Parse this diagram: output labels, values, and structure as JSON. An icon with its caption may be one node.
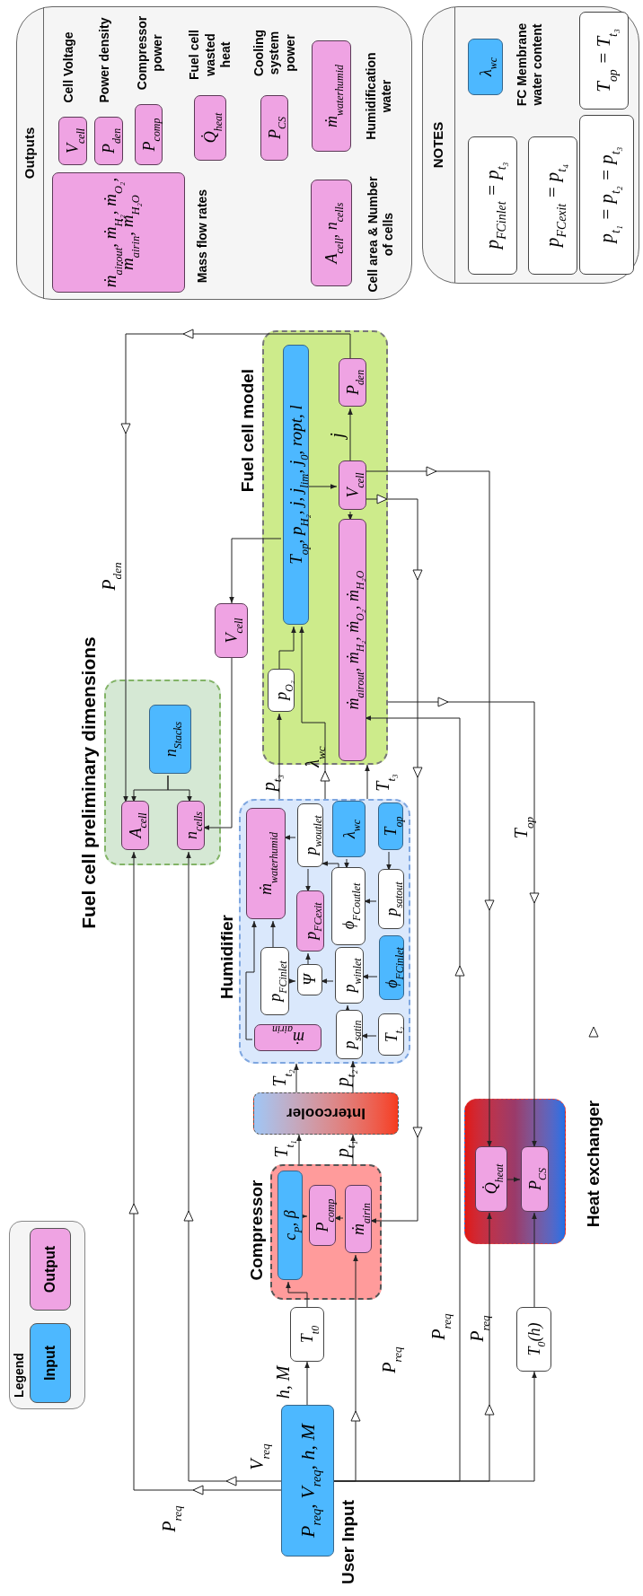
{
  "diagram": {
    "nodes": [
      {
        "text": [
          "User Input",
          "P$_{req}$, V$_{req}$, h, M"
        ]
      },
      {
        "text": [
          "T$_{t0}$"
        ]
      },
      {
        "text": [
          "Compressor"
        ]
      },
      {
        "text": [
          "c$_{P}$, β"
        ],
        "in": 2
      },
      {
        "text": [
          "P$_{comp}$"
        ],
        "in": 2
      },
      {
        "text": [
          "ṁ$_{air}$$_{in}$"
        ],
        "in": 2
      },
      {
        "text": [
          "Intercooler"
        ]
      },
      {
        "text": [
          "Humidifier"
        ]
      },
      {
        "text": [
          "ṁ$_{water}$$_{humid}$"
        ],
        "in": 7
      },
      {
        "text": [
          "p$_{w}$$_{outlet}$"
        ],
        "in": 7
      },
      {
        "text": [
          "λ$_{wc}$"
        ],
        "in": 7
      },
      {
        "text": [
          "T$_{op}$"
        ],
        "in": 7
      },
      {
        "text": [
          "p$_{FC}$$_{exit}$"
        ],
        "in": 7
      },
      {
        "text": [
          "ϕ$_{FC}$$_{outlet}$"
        ],
        "in": 7
      },
      {
        "text": [
          "p$_{sat}$$_{out}$"
        ],
        "in": 7
      },
      {
        "text": [
          "p$_{FC}$$_{inlet}$"
        ],
        "in": 7
      },
      {
        "text": [
          "Ψ"
        ],
        "in": 7
      },
      {
        "text": [
          "p$_{w}$$_{inlet}$"
        ],
        "in": 7
      },
      {
        "text": [
          "ϕ$_{FC}$$_{inlet}$"
        ],
        "in": 7
      },
      {
        "text": [
          "p$_{sat}$$_{in}$"
        ],
        "in": 7
      },
      {
        "text": [
          "T$_{t₂}$"
        ],
        "in": 7
      },
      {
        "text": [
          "ṁ$_{air}$$_{in}$"
        ],
        "in": 7
      },
      {
        "text": [
          "Fuel cell preliminary dimensions"
        ]
      },
      {
        "text": [
          "n$_{Stacks}$"
        ],
        "in": 22
      },
      {
        "text": [
          "A$_{cell}$"
        ],
        "in": 22
      },
      {
        "text": [
          "n$_{cells}$"
        ],
        "in": 22
      },
      {
        "text": [
          "V$_{cell}$"
        ]
      },
      {
        "text": [
          "Fuel cell model"
        ]
      },
      {
        "text": [
          "T$_{op}$, p$_{H₂}$, j, j$_{lim}$, j$_{0}$, ropt, l"
        ],
        "in": 27
      },
      {
        "text": [
          "p$_{O₂}$"
        ],
        "in": 27
      },
      {
        "text": [
          "V$_{cell}$"
        ],
        "in": 27
      },
      {
        "text": [
          "P$_{den}$"
        ],
        "in": 27
      },
      {
        "text": [
          "ṁ$_{air}$$_{out}$, ṁ$_{H₂}$, ṁ$_{O₂}$, ṁ$_{H₂O}$"
        ],
        "in": 27
      },
      {
        "text": [
          "Heat exchanger"
        ]
      },
      {
        "text": [
          "Q̇$_{heat}$"
        ],
        "in": 33
      },
      {
        "text": [
          "P$_{CS}$"
        ],
        "in": 33
      },
      {
        "text": [
          "T$_{0}$(h)"
        ]
      },
      {
        "text": [
          "Outputs"
        ]
      },
      {
        "text": [
          "ṁ$_{air}$$_{out}$, ṁ$_{H₂}$, ṁ$_{O₂}$, ṁ$_{air}$$_{in}$, ṁ$_{H₂O}$"
        ],
        "in": 37,
        "beside": [
          "Mass flow rates"
        ]
      },
      {
        "text": [
          "V$_{cell}$"
        ],
        "in": 37,
        "beside": [
          "Cell Voltage"
        ]
      },
      {
        "text": [
          "P$_{den}$"
        ],
        "in": 37,
        "beside": [
          "Power density"
        ]
      },
      {
        "text": [
          "P$_{comp}$"
        ],
        "in": 37,
        "beside": [
          "Compressor power"
        ]
      },
      {
        "text": [
          "Q̇$_{heat}$"
        ],
        "in": 37,
        "beside": [
          "Fuel cell wasted heat"
        ]
      },
      {
        "text": [
          "P$_{CS}$"
        ],
        "in": 37,
        "beside": [
          "Cooling system power"
        ]
      },
      {
        "text": [
          "ṁ$_{water}$$_{humid}$"
        ],
        "in": 37,
        "beside": [
          "Humidification water"
        ]
      },
      {
        "text": [
          "A$_{cell}$, n$_{cells}$"
        ],
        "in": 37,
        "beside": [
          "Cell area & Number of cells"
        ]
      },
      {
        "text": [
          "NOTES"
        ]
      },
      {
        "text": [
          "λ$_{wc}$"
        ],
        "in": 46,
        "beside": [
          "FC Membrane water content"
        ]
      },
      {
        "text": [
          "p$_{FC}$$_{inlet}$ = p$_{t₃}$"
        ],
        "in": 46
      },
      {
        "text": [
          "p$_{FC}$$_{exit}$ = p$_{t₄}$"
        ],
        "in": 46
      },
      {
        "text": [
          "T$_{op}$ = T$_{t₃}$"
        ],
        "in": 46
      },
      {
        "text": [
          "p$_{t₁}$ = p$_{t₂}$ = p$_{t₃}$"
        ],
        "in": 46
      }
    ],
    "edges": [
      {
        "from": 0,
        "to": 1,
        "arrow": "to",
        "label": "h, M"
      },
      {
        "from": 0,
        "to": 5,
        "arrow": "to",
        "label": "P$_{req}$"
      },
      {
        "from": 0,
        "to": 32,
        "arrow": "to",
        "label": "P$_{req}$"
      },
      {
        "from": 0,
        "to": 34,
        "arrow": "to",
        "label": "P$_{req}$"
      },
      {
        "from": 0,
        "to": 36,
        "arrow": "to"
      },
      {
        "from": 0,
        "to": 25,
        "arrow": "to",
        "label": "V$_{req}$"
      },
      {
        "from": 0,
        "to": 24,
        "arrow": "to",
        "label": "P$_{req}$"
      },
      {
        "from": 1,
        "to": 3,
        "arrow": "to"
      },
      {
        "from": 3,
        "to": 4,
        "arrow": "to"
      },
      {
        "from": 5,
        "to": 4,
        "arrow": "to"
      },
      {
        "from": 2,
        "to": 6,
        "arrow": "to",
        "label": "T$_{t₁}$"
      },
      {
        "from": 2,
        "to": 6,
        "arrow": "to",
        "label": "p$_{t₁}$"
      },
      {
        "from": 6,
        "to": 7,
        "arrow": "to",
        "label": "T$_{t₂}$"
      },
      {
        "from": 6,
        "to": 19,
        "arrow": "to",
        "label": "p$_{t₂}$"
      },
      {
        "from": 21,
        "to": 8,
        "arrow": "to"
      },
      {
        "from": 15,
        "to": 8,
        "arrow": "to"
      },
      {
        "from": 15,
        "to": 16,
        "arrow": "to"
      },
      {
        "from": 17,
        "to": 16,
        "arrow": "to"
      },
      {
        "from": 16,
        "to": 12,
        "arrow": "to"
      },
      {
        "from": 9,
        "to": 12,
        "arrow": "to"
      },
      {
        "from": 9,
        "to": 8,
        "arrow": "to"
      },
      {
        "from": 10,
        "to": 13,
        "arrow": "to"
      },
      {
        "from": 13,
        "to": 9,
        "arrow": "to"
      },
      {
        "from": 11,
        "to": 14,
        "arrow": "to"
      },
      {
        "from": 14,
        "to": 13,
        "arrow": "to"
      },
      {
        "from": 18,
        "to": 17,
        "arrow": "to"
      },
      {
        "from": 19,
        "to": 17,
        "arrow": "to"
      },
      {
        "from": 20,
        "to": 19,
        "arrow": "to"
      },
      {
        "from": 7,
        "to": 29,
        "arrow": "to",
        "label": "p$_{t₃}$"
      },
      {
        "from": 7,
        "to": 28,
        "arrow": "to",
        "label": "λ$_{wc}$"
      },
      {
        "from": 7,
        "to": 27,
        "arrow": "to",
        "label": "T$_{t₃}$"
      },
      {
        "from": 29,
        "to": 28,
        "arrow": "to"
      },
      {
        "from": 28,
        "to": 30,
        "arrow": "to"
      },
      {
        "from": 30,
        "to": 31,
        "arrow": "to",
        "label": "j"
      },
      {
        "from": 30,
        "to": 32,
        "arrow": "to"
      },
      {
        "from": 28,
        "to": 26,
        "arrow": "to"
      },
      {
        "from": 26,
        "to": 25,
        "arrow": "to"
      },
      {
        "from": 31,
        "to": 24,
        "arrow": "to",
        "label": "P$_{den}$"
      },
      {
        "from": 30,
        "to": 34,
        "arrow": "to"
      },
      {
        "from": 30,
        "to": 5,
        "arrow": "to"
      },
      {
        "from": 27,
        "to": 35,
        "arrow": "to",
        "label": "T$_{op}$"
      },
      {
        "from": 34,
        "to": 35,
        "arrow": "to"
      },
      {
        "from": 36,
        "to": 35,
        "arrow": "to"
      },
      {
        "from": 23,
        "to": 24,
        "arrow": "to"
      },
      {
        "from": 23,
        "to": 25,
        "arrow": "to"
      }
    ],
    "labels": [
      "Legend"
    ],
    "legend": [
      {
        "text": "Output",
        "color": "#efa3e3"
      },
      {
        "text": "Input",
        "color": "#4db8ff"
      }
    ]
  }
}
